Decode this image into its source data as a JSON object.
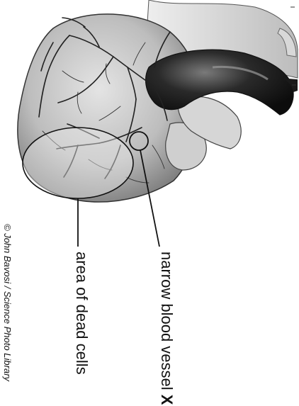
{
  "labels": {
    "narrow_vessel_text": "narrow blood vessel",
    "narrow_vessel_letter": "X",
    "dead_cells": "area of dead cells"
  },
  "credit": "© John Bavosi / Science Photo Library",
  "colors": {
    "ink": "#111111",
    "heart_shade": "#bdbdbd",
    "aorta_dark": "#1b1b1b",
    "paper": "#ffffff"
  }
}
